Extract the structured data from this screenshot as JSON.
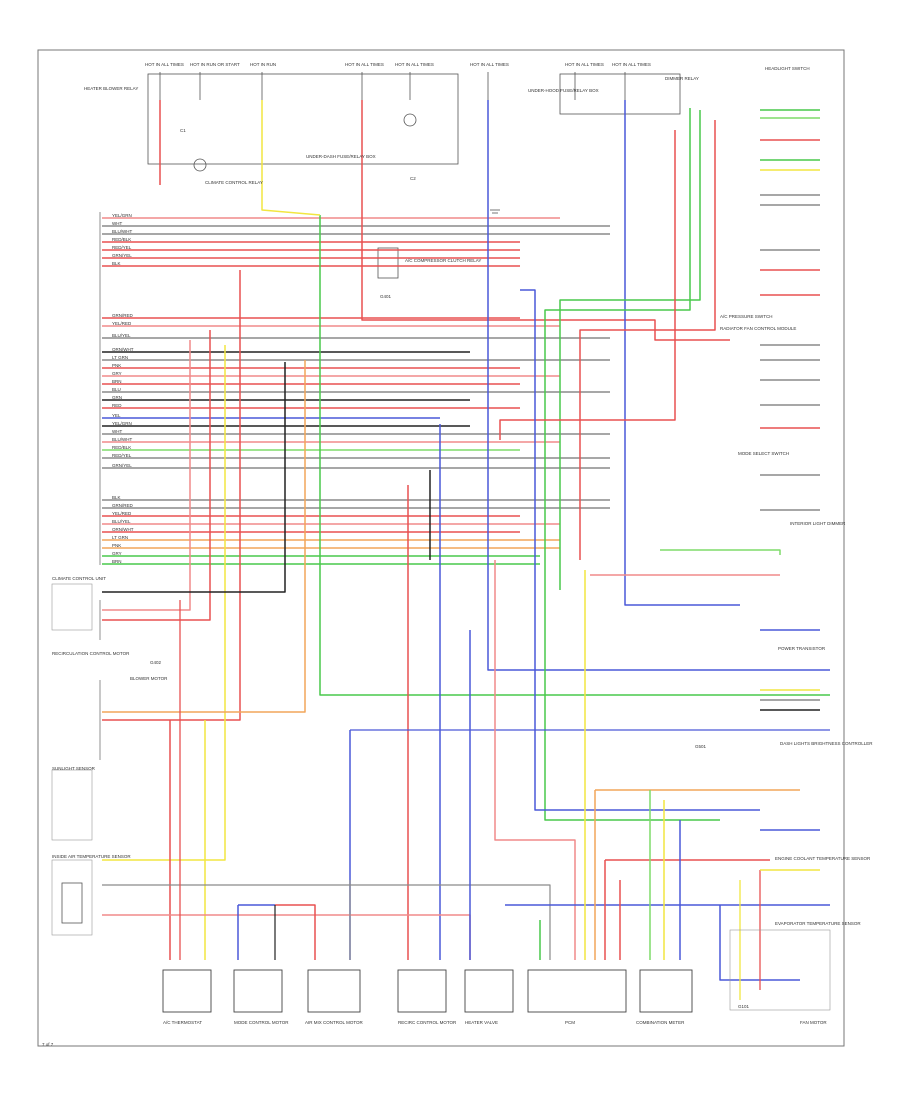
{
  "diagram": {
    "page_id": "7 of 7",
    "top_labels": [
      "HOT IN ALL TIMES",
      "HOT IN RUN OR START",
      "HOT IN RUN",
      "HOT IN ALL TIMES",
      "HOT IN ALL TIMES",
      "HOT IN ALL TIMES",
      "HOT IN ALL TIMES",
      "HOT IN ALL TIMES"
    ],
    "top_components": [
      "HEATER BLOWER RELAY",
      "CLIMATE CONTROL RELAY",
      "UNDER-DASH FUSE/RELAY BOX",
      "A/C COMPRESSOR CLUTCH RELAY",
      "UNDER-HOOD FUSE/RELAY BOX",
      "DIMMER RELAY",
      "HEADLIGHT SWITCH"
    ],
    "left_components": [
      "CLIMATE CONTROL UNIT",
      "RECIRCULATION CONTROL MOTOR",
      "BLOWER MOTOR",
      "SUNLIGHT SENSOR",
      "INSIDE AIR TEMPERATURE SENSOR"
    ],
    "right_components": [
      "A/C PRESSURE SWITCH",
      "RADIATOR FAN CONTROL MODULE",
      "MODE SELECT SWITCH",
      "INTERIOR LIGHT DIMMER",
      "POWER TRANSISTOR",
      "DASH LIGHTS BRIGHTNESS CONTROLLER",
      "ENGINE COOLANT TEMPERATURE SENSOR",
      "EVAPORATOR TEMPERATURE SENSOR"
    ],
    "bottom_components": [
      "A/C THERMOSTAT",
      "MODE CONTROL MOTOR",
      "AIR MIX CONTROL MOTOR",
      "RECIRC CONTROL MOTOR",
      "HEATER VALVE",
      "PCM",
      "COMBINATION METER",
      "FAN MOTOR"
    ],
    "wire_colors": [
      "YEL/GRN",
      "WHT",
      "BLU/WHT",
      "RED/BLK",
      "RED/YEL",
      "GRN/YEL",
      "BLK",
      "GRN/RED",
      "YEL/RED",
      "BLU/YEL",
      "ORN/WHT",
      "LT GRN",
      "PNK",
      "GRY",
      "BRN",
      "BLU",
      "GRN",
      "RED",
      "YEL"
    ],
    "connector_labels": [
      "C1",
      "C2",
      "G401",
      "G402",
      "G501",
      "G101"
    ]
  },
  "colors": {
    "red": "#e85050",
    "pink": "#f08a8a",
    "green": "#49c94b",
    "lightgreen": "#7fdc6a",
    "blue": "#4a58d8",
    "yellow": "#f2e640",
    "orange": "#f2a55a",
    "gray": "#8a8a8a",
    "black": "#222222",
    "brown": "#8a6a40"
  }
}
